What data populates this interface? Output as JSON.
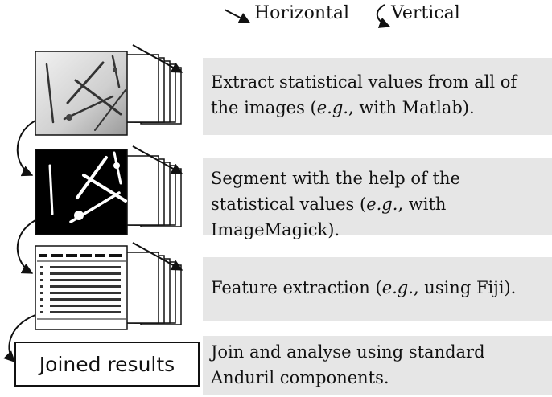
{
  "legend": {
    "horizontal_label": "Horizontal",
    "vertical_label": "Vertical"
  },
  "steps": [
    {
      "before": "Extract statistical values from all of the images (",
      "em": "e.g.",
      "after": ", with Matlab)."
    },
    {
      "before": "Segment with the help of the statistical values (",
      "em": "e.g.",
      "after": ", with ImageMagick)."
    },
    {
      "before": "Feature extraction (",
      "em": "e.g.",
      "after": ", using Fiji)."
    },
    {
      "before": "Join and analyse using standard Anduril components.",
      "em": "",
      "after": ""
    }
  ],
  "joined_results_label": "Joined results",
  "colors": {
    "step_background": "#e6e6e6",
    "line": "#111111",
    "segmented_background": "#000000"
  }
}
